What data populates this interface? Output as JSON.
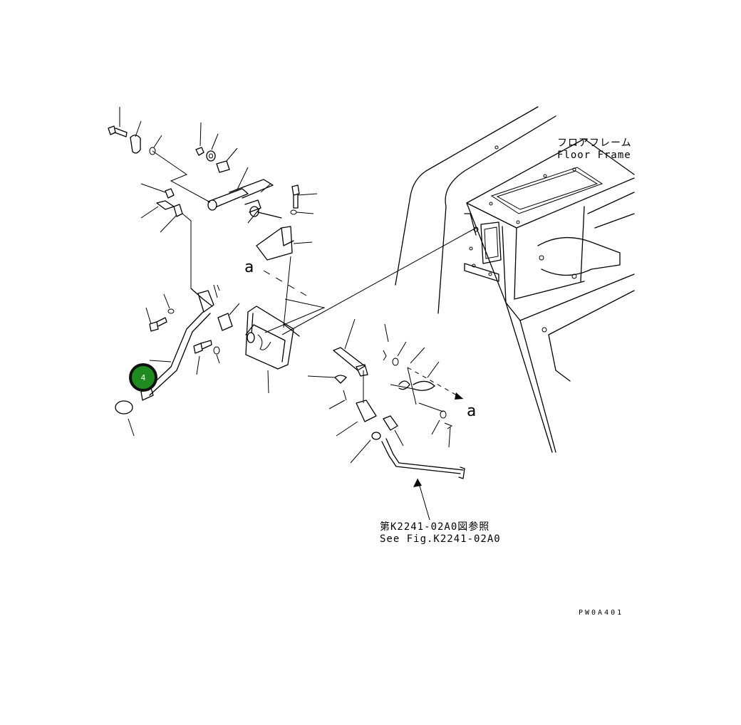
{
  "floor_frame": {
    "label_jp": "フロアフレーム",
    "label_en": "Floor Frame"
  },
  "reference": {
    "label_jp": "第K2241-02A0図参照",
    "label_en": "See Fig.K2241-02A0"
  },
  "view_marks": [
    "a",
    "a"
  ],
  "drawing_id": "PW0A401",
  "callout": {
    "number": "4",
    "color": "#1f8a1f"
  }
}
